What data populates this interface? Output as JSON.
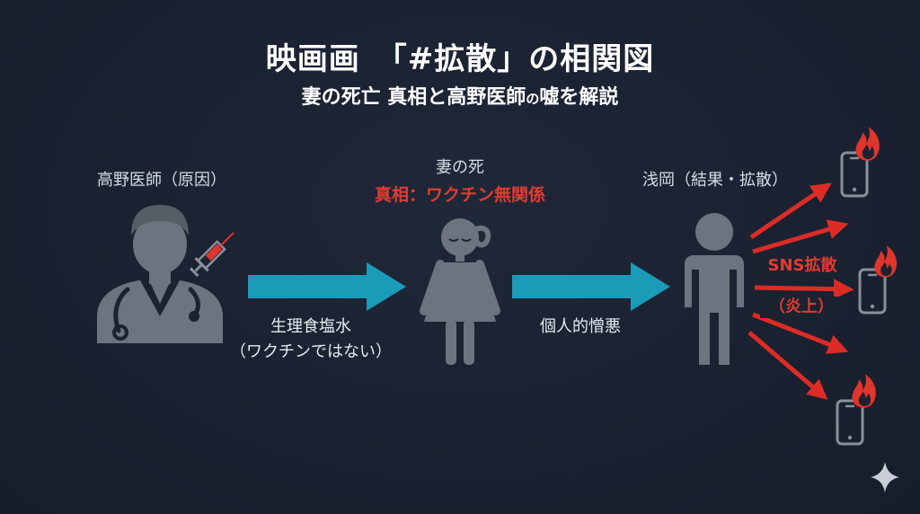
{
  "title": "映画画　「#拡散」の相関図",
  "subtitle_main": "妻の死亡 真相と高野医師",
  "subtitle_small": "の",
  "subtitle_tail": "嘘を解説",
  "nodes": {
    "doctor": {
      "label": "高野医師（原因）"
    },
    "wife": {
      "label": "妻の死",
      "truth": "真相：ワクチン無関係"
    },
    "asaoka": {
      "label": "浅岡（結果・拡散）"
    }
  },
  "edges": {
    "doctor_to_wife": {
      "line1": "生理食塩水",
      "line2": "（ワクチンではない）"
    },
    "wife_to_asaoka": {
      "label": "個人的憎悪"
    }
  },
  "spread": {
    "line1": "SNS拡散",
    "line2": "（炎上）"
  },
  "colors": {
    "arrow_teal": "#1a9bb8",
    "arrow_red": "#dd2c26",
    "figure_gray": "#6d747f",
    "fire": "#e0352b"
  }
}
